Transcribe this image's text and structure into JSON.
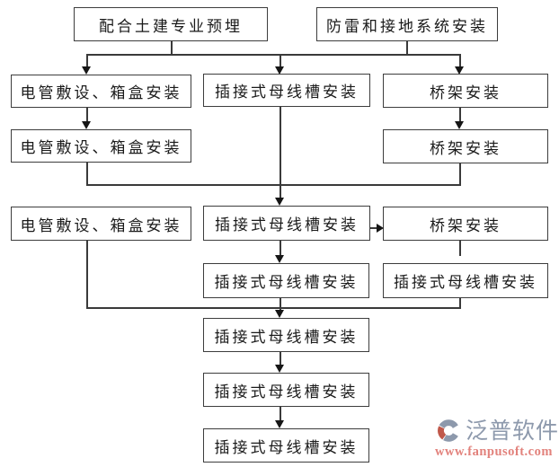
{
  "diagram": {
    "description": "electrical-installation-flowchart",
    "nodes": [
      {
        "id": "top-left",
        "label": "配合土建专业预埋"
      },
      {
        "id": "top-right",
        "label": "防雷和接地系统安装"
      },
      {
        "id": "r2-left",
        "label": "电管敷设、箱盒安装"
      },
      {
        "id": "r2-mid",
        "label": "插接式母线槽安装"
      },
      {
        "id": "r2-right",
        "label": "桥架安装"
      },
      {
        "id": "r3-left",
        "label": "电管敷设、箱盒安装"
      },
      {
        "id": "r3-right",
        "label": "桥架安装"
      },
      {
        "id": "r4-left",
        "label": "电管敷设、箱盒安装"
      },
      {
        "id": "r4-mid",
        "label": "插接式母线槽安装"
      },
      {
        "id": "r4-right",
        "label": "桥架安装"
      },
      {
        "id": "r5-mid",
        "label": "插接式母线槽安装"
      },
      {
        "id": "r5-right",
        "label": "插接式母线槽安装"
      },
      {
        "id": "r6-mid",
        "label": "插接式母线槽安装"
      },
      {
        "id": "r7-mid",
        "label": "插接式母线槽安装"
      },
      {
        "id": "r8-mid",
        "label": "插接式母线槽安装"
      }
    ],
    "edges": [
      {
        "from": [
          "top-left",
          "top-right"
        ],
        "to": [
          "r2-left",
          "r2-mid",
          "r2-right"
        ]
      },
      {
        "from": [
          "r2-left"
        ],
        "to": [
          "r3-left"
        ]
      },
      {
        "from": [
          "r2-right"
        ],
        "to": [
          "r3-right"
        ]
      },
      {
        "from": [
          "r2-mid",
          "r3-left",
          "r3-right"
        ],
        "to": [
          "r4-mid"
        ]
      },
      {
        "from": [
          "r4-mid"
        ],
        "to": [
          "r4-right"
        ]
      },
      {
        "from": [
          "r4-mid"
        ],
        "to": [
          "r5-mid"
        ]
      },
      {
        "from": [
          "r4-right"
        ],
        "to": [
          "r5-right"
        ]
      },
      {
        "from": [
          "r5-mid",
          "r4-left",
          "r5-right"
        ],
        "to": [
          "r6-mid"
        ]
      },
      {
        "from": [
          "r6-mid"
        ],
        "to": [
          "r7-mid"
        ]
      },
      {
        "from": [
          "r7-mid"
        ],
        "to": [
          "r8-mid"
        ]
      }
    ]
  },
  "watermark": {
    "brand": "泛普软件",
    "url": "www.fanpusoft.com",
    "brand_color": "#8d99ac",
    "url_color": "#e2827c",
    "logo_accent_color": "#c0584a"
  },
  "colors": {
    "background": "#ffffff",
    "box_border": "#3d3d3d",
    "connector_line": "#3a3a3a",
    "text": "#1a1a1a"
  }
}
